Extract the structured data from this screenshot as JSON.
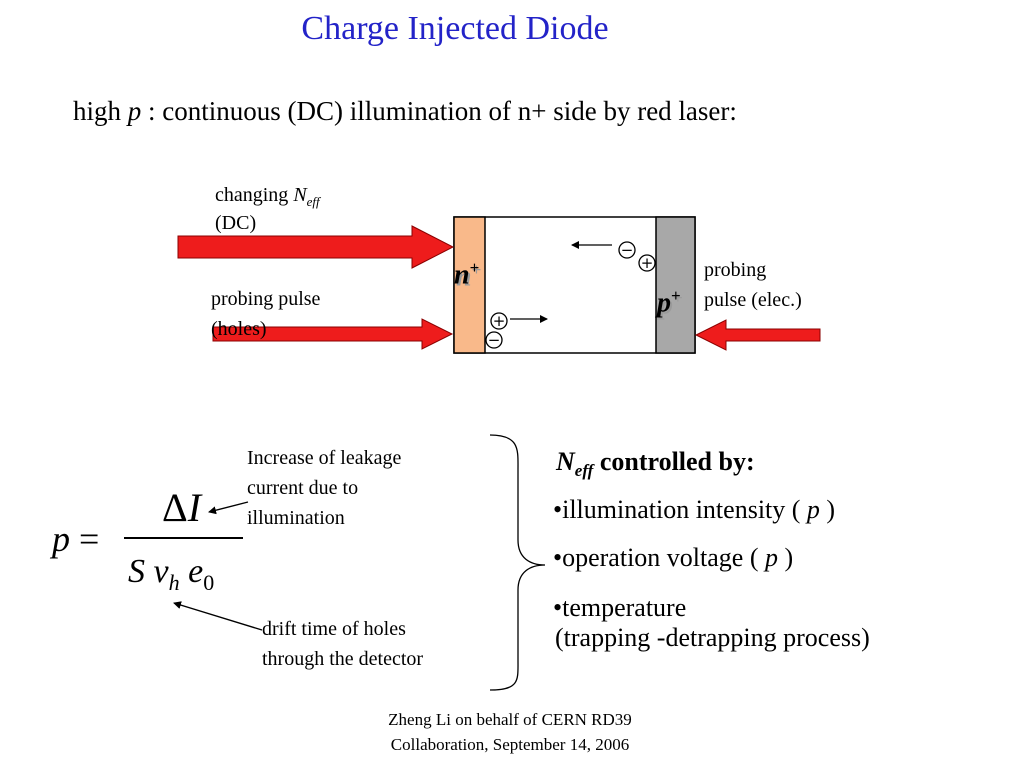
{
  "title": "Charge Injected Diode",
  "subtitle": {
    "prefix": "high ",
    "var": "p",
    "rest": " : continuous (DC) illumination of n+ side by red laser:"
  },
  "diagram": {
    "changing_label": "changing ",
    "changing_var": "N",
    "changing_sub": "eff",
    "dc_label": "(DC)",
    "probing_holes_1": "probing pulse",
    "probing_holes_2": "(holes)",
    "probing_elec_1": "probing",
    "probing_elec_2": "pulse (elec.)",
    "n_region": "n",
    "n_sup": "+",
    "p_region": "p",
    "p_sup": "+",
    "plus_sign": "+",
    "minus_sign": "−",
    "colors": {
      "arrow_red": "#ee1c1c",
      "n_fill": "#f9b98a",
      "p_fill": "#a8a8a8"
    }
  },
  "formula": {
    "lhs": "p",
    "equals": "=",
    "delta": "Δ",
    "numerator_var": "I",
    "den_S": "S",
    "den_v": "v",
    "den_h": "h",
    "den_e": "e",
    "den_0": "0"
  },
  "annotations": {
    "leakage_1": "Increase of leakage",
    "leakage_2": "current due to",
    "leakage_3": "illumination",
    "drift_1": "drift time of holes",
    "drift_2": "through the detector"
  },
  "controls": {
    "heading_var": "N",
    "heading_sub": "eff",
    "heading_text": " controlled by:",
    "b1_text": "•illumination intensity ( ",
    "b1_var": "p",
    "b1_end": " )",
    "b2_text": "•operation voltage ( ",
    "b2_var": "p",
    "b2_end": " )",
    "b3_line1": "•temperature",
    "b3_line2": "(trapping -detrapping process)"
  },
  "footer": {
    "line1": "Zheng Li on behalf of CERN RD39",
    "line2": "Collaboration, September 14, 2006"
  }
}
